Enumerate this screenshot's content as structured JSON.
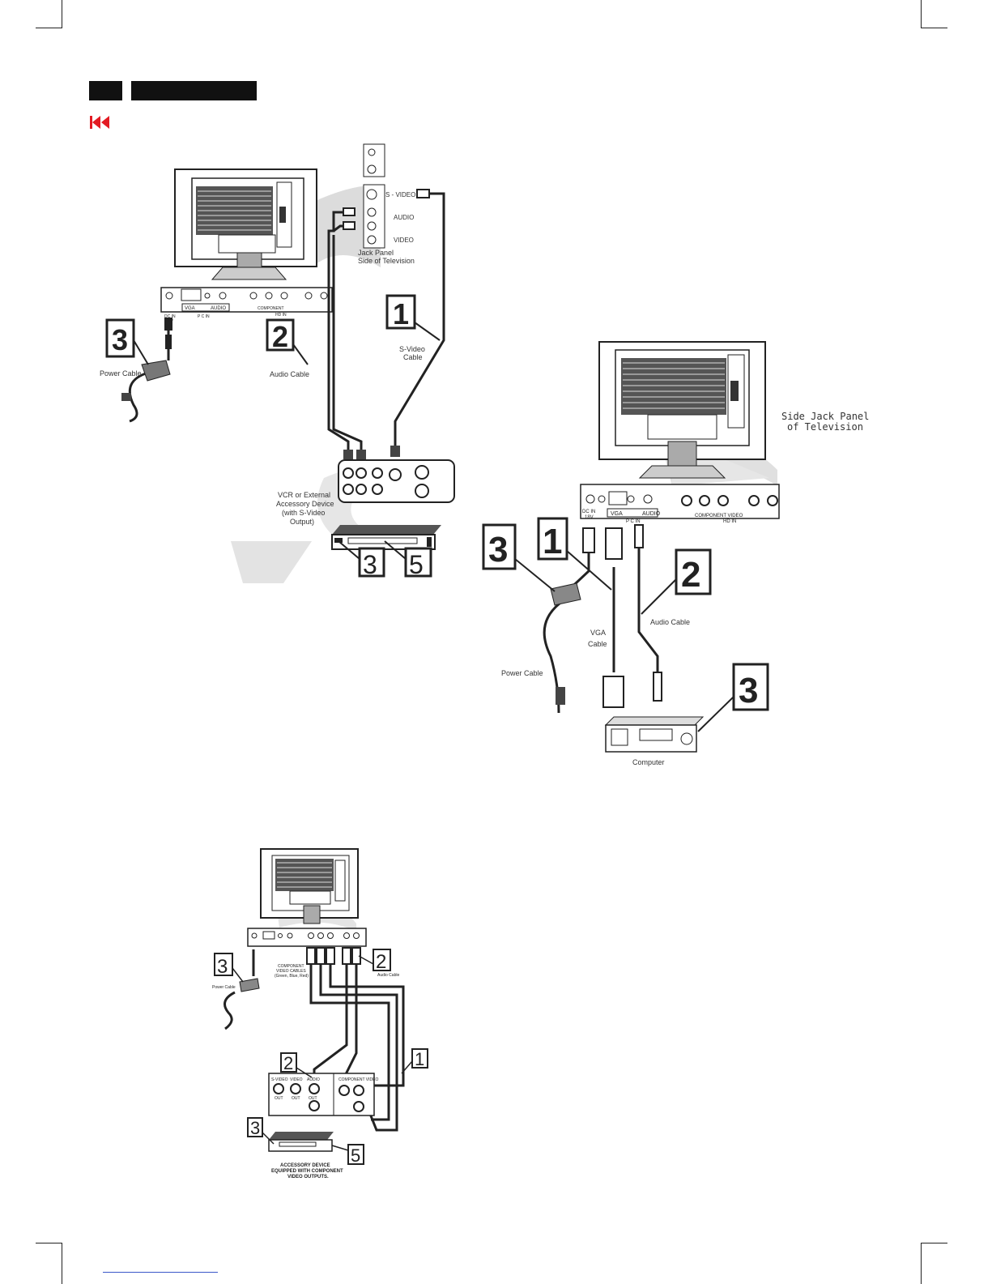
{
  "header": {
    "box_small": "",
    "box_large": "",
    "nav_icon": "rewind-icon",
    "accent": "#e31b23"
  },
  "diagram1": {
    "svideo_port": "S - VIDEO",
    "audio_port": "AUDIO",
    "video_port": "VIDEO",
    "jack_panel": [
      "Jack Panel",
      "Side of Television"
    ],
    "dc_in": [
      "DC IN",
      "18V"
    ],
    "vga": "VGA",
    "audio": "AUDIO",
    "pc_in": "P C  IN",
    "component": "COMPONENT",
    "hd_in": "HD IN",
    "power_cable": "Power Cable",
    "audio_cable": "Audio Cable",
    "svideo_cable": [
      "S-Video",
      "Cable"
    ],
    "vcr": [
      "VCR or External",
      "Accessory Device",
      "(with S-Video",
      "Output)"
    ],
    "callouts": [
      "3",
      "2",
      "1",
      "3",
      "5"
    ]
  },
  "diagram2": {
    "side_jack_panel": [
      "Side Jack Panel",
      "of Television"
    ],
    "dc_in": [
      "DC IN",
      "18V"
    ],
    "vga": "VGA",
    "audio": "AUDIO",
    "pc_in": "P C  IN",
    "component": "COMPONENT VIDEO",
    "hd_in": "HD IN",
    "audio_cable": "Audio Cable",
    "vga_cable": [
      "VGA",
      "Cable"
    ],
    "power_cable": "Power Cable",
    "computer": "Computer",
    "callouts": [
      "3",
      "1",
      "2",
      "3"
    ]
  },
  "diagram3": {
    "component_cables": [
      "COMPONENT",
      "VIDEO CABLES",
      "(Green, Blue, Red)"
    ],
    "audio_cable": "Audio Cable",
    "power_cable": "Power Cable",
    "device_ports": [
      "S-VIDEO",
      "VIDEO",
      "AUDIO",
      "OUT",
      "OUT",
      "OUT",
      "COMPONENT VIDEO"
    ],
    "accessory": [
      "ACCESSORY DEVICE",
      "EQUIPPED WITH COMPONENT",
      "VIDEO OUTPUTS."
    ],
    "callouts": [
      "3",
      "2",
      "2",
      "1",
      "3",
      "5"
    ]
  }
}
